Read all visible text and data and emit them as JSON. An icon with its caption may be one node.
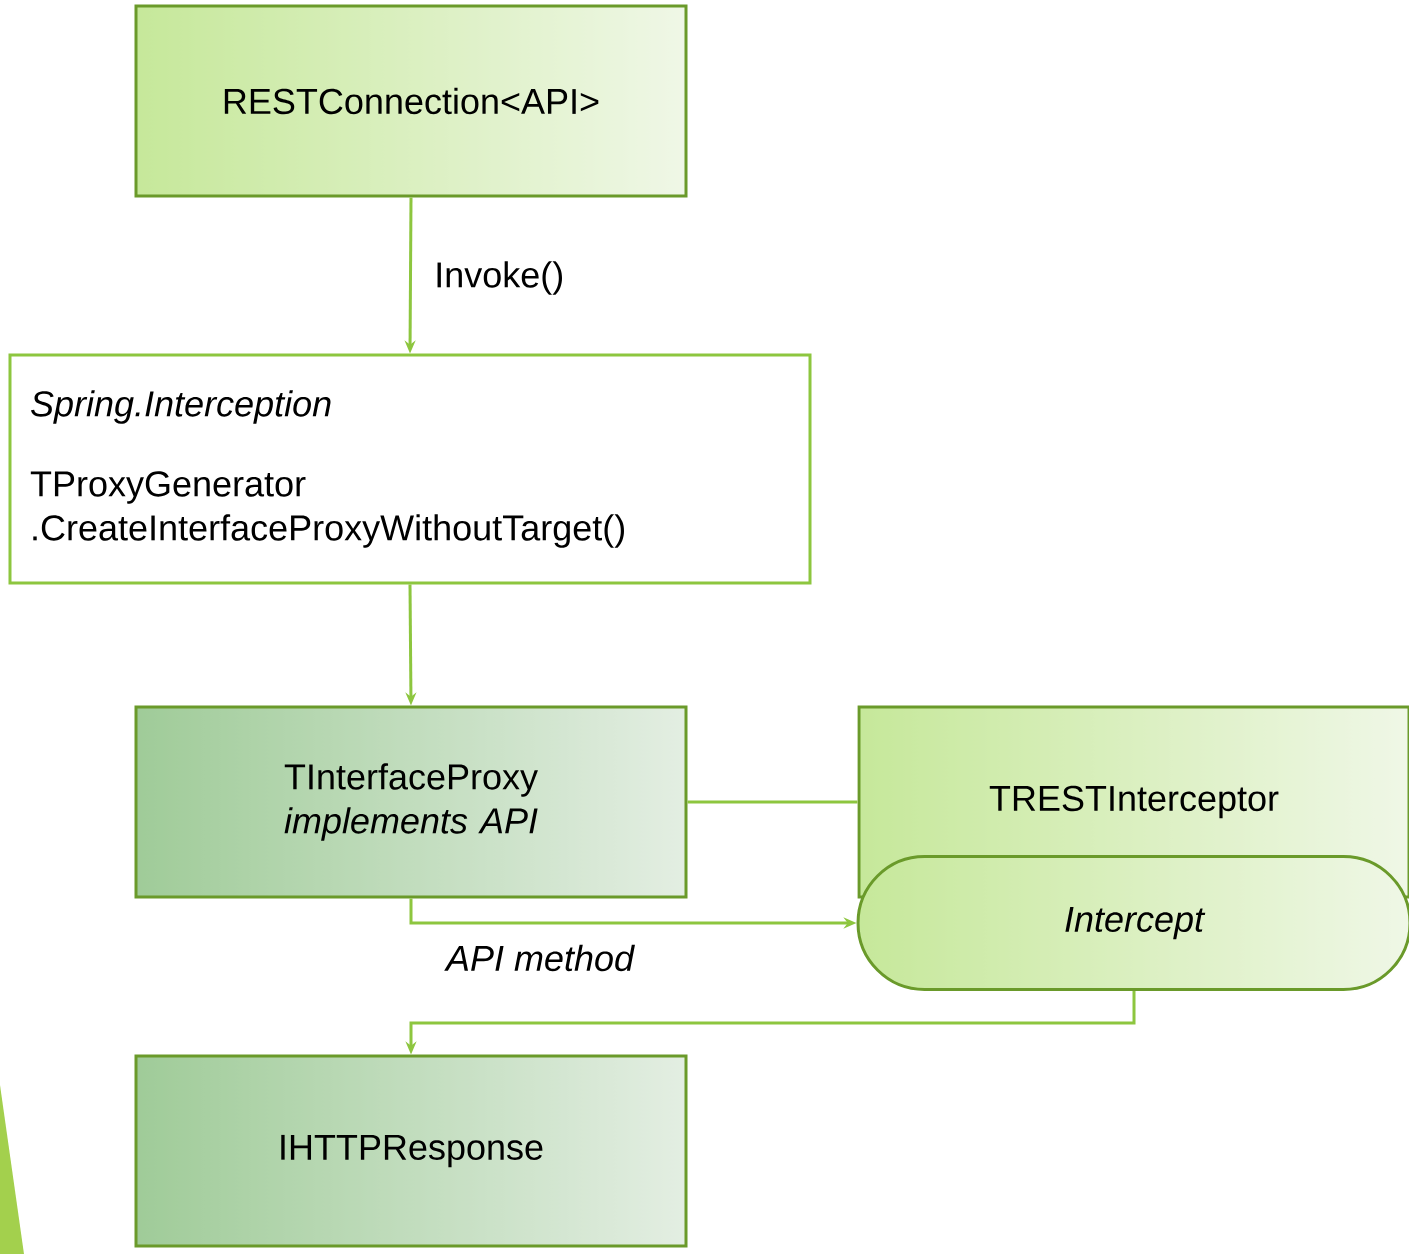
{
  "diagram": {
    "nodes": [
      {
        "text": [
          "RESTConnection<API>"
        ]
      },
      {
        "text": [
          "Spring.Interception",
          "TProxyGenerator .CreateInterfaceProxyWithoutTarget()"
        ]
      },
      {
        "text": [
          "TInterfaceProxy",
          "implements API"
        ]
      },
      {
        "text": [
          "TRESTInterceptor"
        ]
      },
      {
        "text": [
          "Intercept"
        ]
      },
      {
        "text": [
          "IHTTPResponse"
        ]
      }
    ],
    "edges": [
      {
        "from": 0,
        "to": 1,
        "arrow": "to",
        "label": "Invoke()"
      },
      {
        "from": 1,
        "to": 2,
        "arrow": "to"
      },
      {
        "from": 2,
        "to": 3,
        "arrow": "none"
      },
      {
        "from": 2,
        "to": 4,
        "arrow": "to",
        "label": "API method"
      },
      {
        "from": 4,
        "to": 5,
        "arrow": "to"
      }
    ]
  }
}
